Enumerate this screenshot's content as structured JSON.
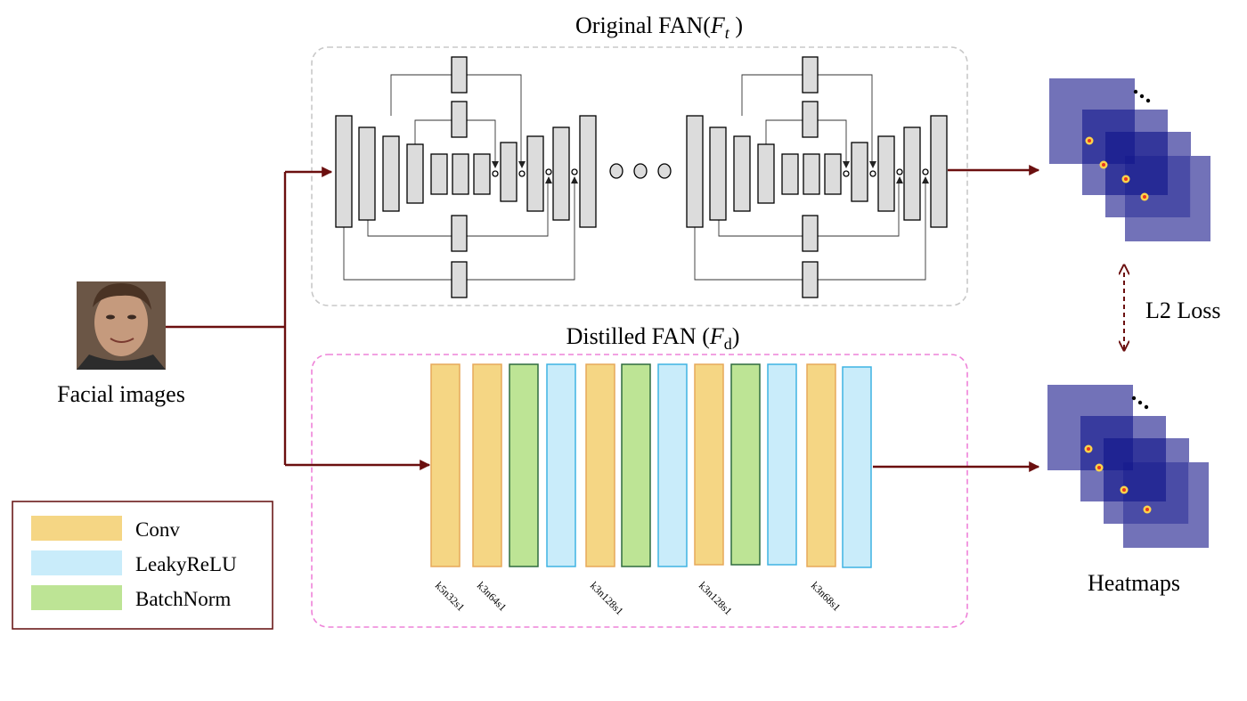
{
  "teacher": {
    "title_main": "Original FAN(",
    "title_sym": "F",
    "title_sub": "t",
    "title_end": " )"
  },
  "student": {
    "title_main": "Distilled FAN (",
    "title_sym": "F",
    "title_sub": "d",
    "title_end": ")"
  },
  "input": {
    "label": "Facial images"
  },
  "output": {
    "label": "Heatmaps",
    "loss_label": "L2 Loss"
  },
  "legend": {
    "items": [
      {
        "label": "Conv",
        "color": "#f5d684"
      },
      {
        "label": "LeakyReLU",
        "color": "#c9ecfa"
      },
      {
        "label": "BatchNorm",
        "color": "#bde495"
      }
    ]
  },
  "colors": {
    "conv": "#f5d684",
    "conv_border": "#e7a85a",
    "relu": "#c9ecfa",
    "relu_border": "#3fb3e3",
    "bn": "#bde495",
    "bn_border": "#2f6b3f",
    "teacher_box": "#c8c8c8",
    "student_box": "#ee82d8",
    "arrow": "#6b0f0f",
    "heatmap_outer": "#6a6ab4",
    "heatmap_inner": "#0f148a"
  },
  "student_layers": [
    {
      "type": "conv",
      "label": "k5n32s1"
    },
    {
      "type": "conv",
      "label": "k3n64s1"
    },
    {
      "type": "bn",
      "label": ""
    },
    {
      "type": "relu",
      "label": ""
    },
    {
      "type": "conv",
      "label": "k3n128s1"
    },
    {
      "type": "bn",
      "label": ""
    },
    {
      "type": "relu",
      "label": ""
    },
    {
      "type": "conv",
      "label": "k3n128s1"
    },
    {
      "type": "bn",
      "label": ""
    },
    {
      "type": "relu",
      "label": ""
    },
    {
      "type": "conv",
      "label": "k3n68s1"
    },
    {
      "type": "relu",
      "label": ""
    }
  ],
  "ellipsis_count": 3
}
